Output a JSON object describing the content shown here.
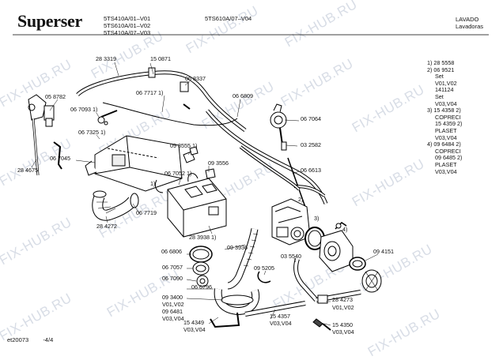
{
  "header": {
    "brand": "Superser",
    "models_col1": [
      "5TS410A/01–V01",
      "5TS610A/01–V02",
      "5TS410A/07–V03"
    ],
    "model_col2": "5TS610A/07–V04",
    "category": "LAVADO",
    "subcategory": "Lavadoras"
  },
  "watermark": "FIX-HUB.RU",
  "footer": {
    "doc_code": "et20073",
    "page": "-4/4"
  },
  "notes": [
    "1) 28 5558",
    "2) 06 9521",
    "Set",
    "V01,V02",
    "141124",
    "Set",
    "V03,V04",
    "3) 15 4358 2)",
    "COPRECI",
    "15 4359 2)",
    "PLASET",
    "V03,V04",
    "4) 09 6484 2)",
    "COPRECI",
    "09 6485 2)",
    "PLASET",
    "V03,V04"
  ],
  "part_labels": {
    "p283319": "28 3319",
    "p150871": "15 0871",
    "p068337": "06 8337",
    "p058782": "05 8782",
    "p067717": "06 7717 1)",
    "p066809": "06 6809",
    "p067093": "06 7093 1)",
    "p067064": "06 7064",
    "p067325": "06 7325 1)",
    "p093555": "09 3555 1)",
    "p032582": "03 2582",
    "p067045": "06 7045",
    "p093556": "09 3556",
    "p066613": "06 6613",
    "p284675": "28 4675",
    "p067052": "06 7052 1)",
    "c1": "1)",
    "c2": "2)",
    "c3": "3)",
    "c4": "4)",
    "p067719": "06 7719",
    "p284272": "28 4272",
    "p283938": "28 3938 1)",
    "p066806": "06 6806",
    "p093936": "09 3936",
    "p035540": "03 5540",
    "p094151": "09 4151",
    "p067057": "06 7057",
    "p095205": "09 5205",
    "p067090": "06 7090",
    "p066796": "06 6796",
    "p093400": "09 3400",
    "p093400_v": "V01,V02",
    "p096481": "09 6481",
    "p096481_v": "V03,V04",
    "p154349": "15 4349",
    "p154349_v": "V03,V04",
    "p154357": "15 4357",
    "p154357_v": "V03,V04",
    "p284273": "28 4273",
    "p284273_v": "V01,V02",
    "p154350": "15 4350",
    "p154350_v": "V03,V04"
  }
}
